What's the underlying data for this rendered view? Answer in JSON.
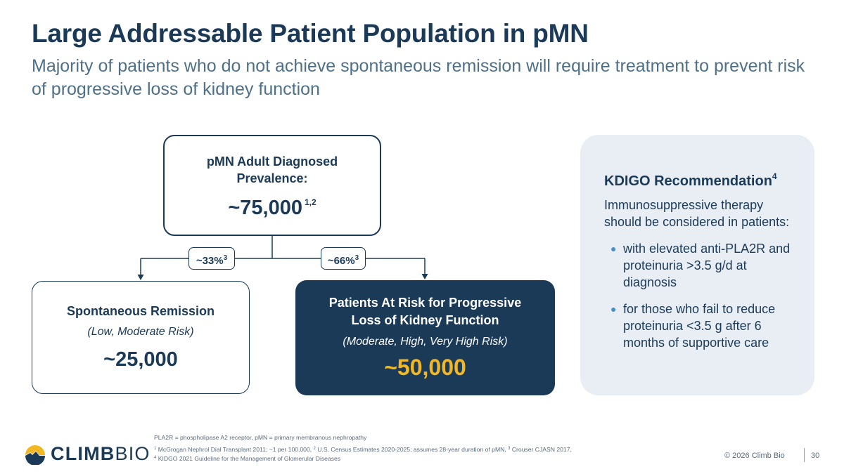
{
  "header": {
    "title": "Large Addressable Patient Population in pMN",
    "subtitle": "Majority of patients who do not achieve spontaneous remission will require treatment to prevent risk of progressive loss of kidney function"
  },
  "diagram": {
    "top": {
      "label_line1": "pMN Adult Diagnosed",
      "label_line2": "Prevalence:",
      "value": "~75,000",
      "value_ref": "1,2"
    },
    "branches": {
      "left": {
        "percent": "~33%",
        "ref": "3"
      },
      "right": {
        "percent": "~66%",
        "ref": "3"
      }
    },
    "left_box": {
      "label": "Spontaneous Remission",
      "risk": "(Low, Moderate Risk)",
      "value": "~25,000"
    },
    "right_box": {
      "label_line1": "Patients At Risk for Progressive",
      "label_line2": "Loss of Kidney Function",
      "risk": "(Moderate, High, Very High Risk)",
      "value": "~50,000"
    }
  },
  "kdigo": {
    "title": "KDIGO Recommendation",
    "title_ref": "4",
    "intro": "Immunosuppressive therapy should be considered in patients:",
    "bullets": [
      "with elevated anti-PLA2R and proteinuria >3.5 g/d at diagnosis",
      "for those who fail to reduce proteinuria <3.5 g after 6 months of supportive care"
    ]
  },
  "footnotes": {
    "abbreviations": "PLA2R = phospholipase A2 receptor, pMN = primary membranous nephropathy",
    "ref1_num": "1",
    "ref1_text": " McGrogan Nephrol Dial Transplant 2011; ~1 per 100,000, ",
    "ref2_num": "2",
    "ref2_text": " U.S. Census Estimates 2020-2025; assumes 28-year duration of pMN, ",
    "ref3_num": "3",
    "ref3_text": " Crouser CJASN 2017,",
    "ref4_num": "4",
    "ref4_text": " KIDGO 2021 Guideline for the Management of Glomerular Diseases"
  },
  "footer": {
    "logo_bold": "CLIMB",
    "logo_light": "BIO",
    "copyright": "© 2026 Climb Bio",
    "page_number": "30"
  },
  "colors": {
    "navy": "#1b3a57",
    "gold": "#f2b824",
    "panel_bg": "#e8eef4",
    "bullet": "#4a90c8"
  }
}
